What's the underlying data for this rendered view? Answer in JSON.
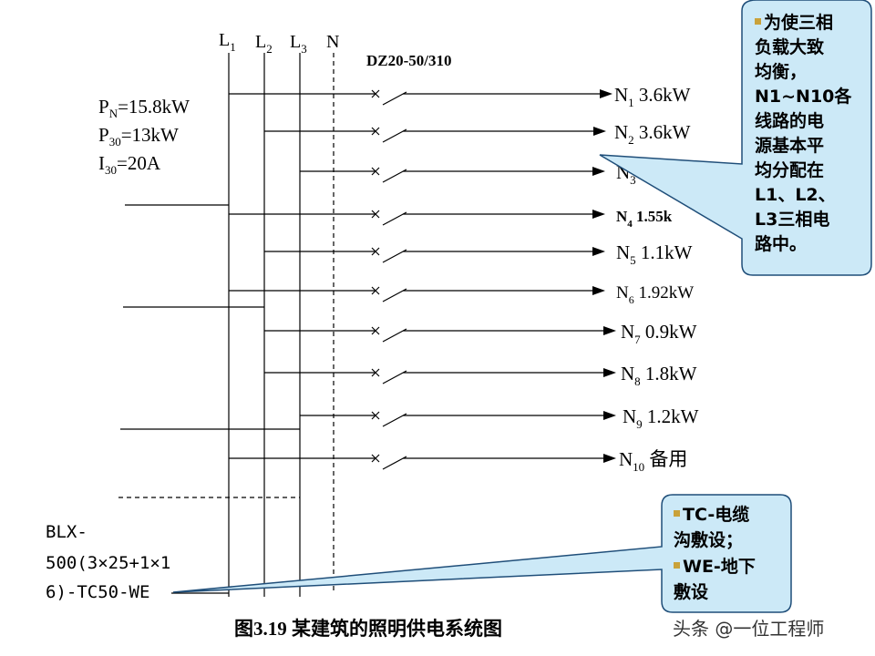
{
  "buses": {
    "l1": "L",
    "l1_sub": "1",
    "l2": "L",
    "l2_sub": "2",
    "l3": "L",
    "l3_sub": "3",
    "n": "N"
  },
  "breaker_model": "DZ20-50/310",
  "params": {
    "pn": "P",
    "pn_sub": "N",
    "pn_val": "=15.8kW",
    "p30": "P",
    "p30_sub": "30",
    "p30_val": "=13kW",
    "i30": "I",
    "i30_sub": "30",
    "i30_val": "=20A"
  },
  "circuits": [
    {
      "name": "N",
      "sub": "1",
      "load": " 3.6kW"
    },
    {
      "name": "N",
      "sub": "2",
      "load": " 3.6kW"
    },
    {
      "name": "N",
      "sub": "3",
      "load": ""
    },
    {
      "name": "N",
      "sub": "4",
      "load": " 1.55k"
    },
    {
      "name": "N",
      "sub": "5",
      "load": " 1.1kW"
    },
    {
      "name": "N",
      "sub": "6",
      "load": " 1.92kW"
    },
    {
      "name": "N",
      "sub": "7",
      "load": " 0.9kW"
    },
    {
      "name": "N",
      "sub": "8",
      "load": " 1.8kW"
    },
    {
      "name": "N",
      "sub": "9",
      "load": " 1.2kW"
    },
    {
      "name": "N",
      "sub": "10",
      "load": " 备用"
    }
  ],
  "cable": {
    "line1": "BLX-",
    "line2": "500(3×25+1×1",
    "line3": "6)-TC50-WE"
  },
  "callout_top": {
    "lines": [
      "为使三相",
      "负载大致",
      "均衡，",
      "N1~N10各",
      "线路的电",
      "源基本平",
      "均分配在",
      "L1、L2、",
      "L3三相电",
      "路中。"
    ]
  },
  "callout_bottom": {
    "items": [
      {
        "lines": [
          "TC-电缆",
          "沟敷设；"
        ]
      },
      {
        "lines": [
          "WE-地下",
          "敷设"
        ]
      }
    ]
  },
  "caption": "图3.19 某建筑的照明供电系统图",
  "watermark": "头条 @一位工程师",
  "colors": {
    "callout_fill": "#cce9f7",
    "callout_stroke": "#1f4e79",
    "bullet": "#c9a23a"
  }
}
